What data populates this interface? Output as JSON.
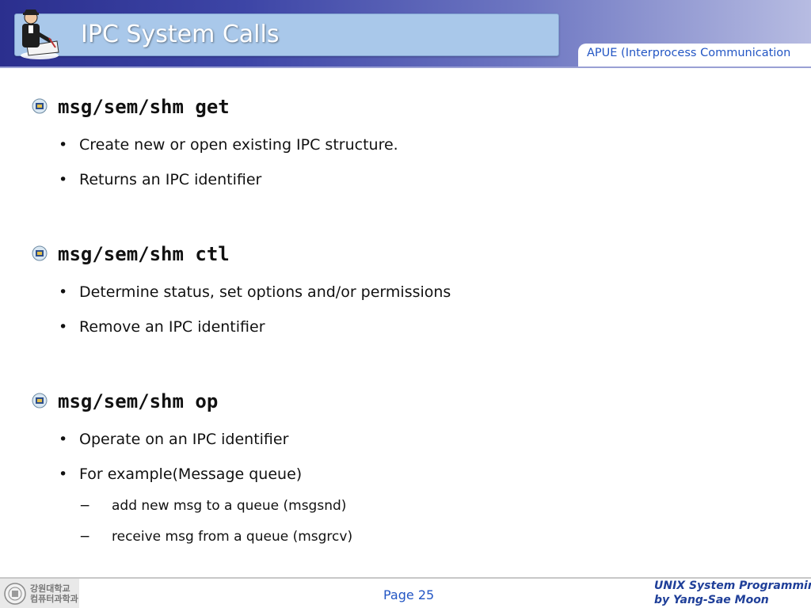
{
  "header": {
    "title": "IPC System Calls",
    "subtitle_tab": "APUE (Interprocess Communication",
    "logo_icon": "man-writing-icon"
  },
  "sections": [
    {
      "title": "msg/sem/shm get",
      "bullets": [
        "Create new or open existing IPC structure.",
        "Returns an IPC identifier"
      ]
    },
    {
      "title": "msg/sem/shm ctl",
      "bullets": [
        "Determine status, set options and/or permissions",
        "Remove an IPC identifier"
      ]
    },
    {
      "title": "msg/sem/shm op",
      "bullets": [
        "Operate on an IPC identifier",
        "For example(Message queue)"
      ],
      "sub_bullets": [
        "add new msg to a queue  (msgsnd)",
        "receive msg from a queue  (msgrcv)"
      ]
    }
  ],
  "footer": {
    "logo_text_line1": "강원대학교",
    "logo_text_line2": "컴퓨터과학과",
    "page": "Page 25",
    "credit_line1": "UNIX System Programming",
    "credit_line2": "by Yang-Sae Moon"
  },
  "colors": {
    "header_start": "#2b2f8e",
    "header_end": "#b7bce2",
    "title_box": "#a9c8ea",
    "accent_text": "#2356c4",
    "credit_text": "#1f3f99"
  }
}
